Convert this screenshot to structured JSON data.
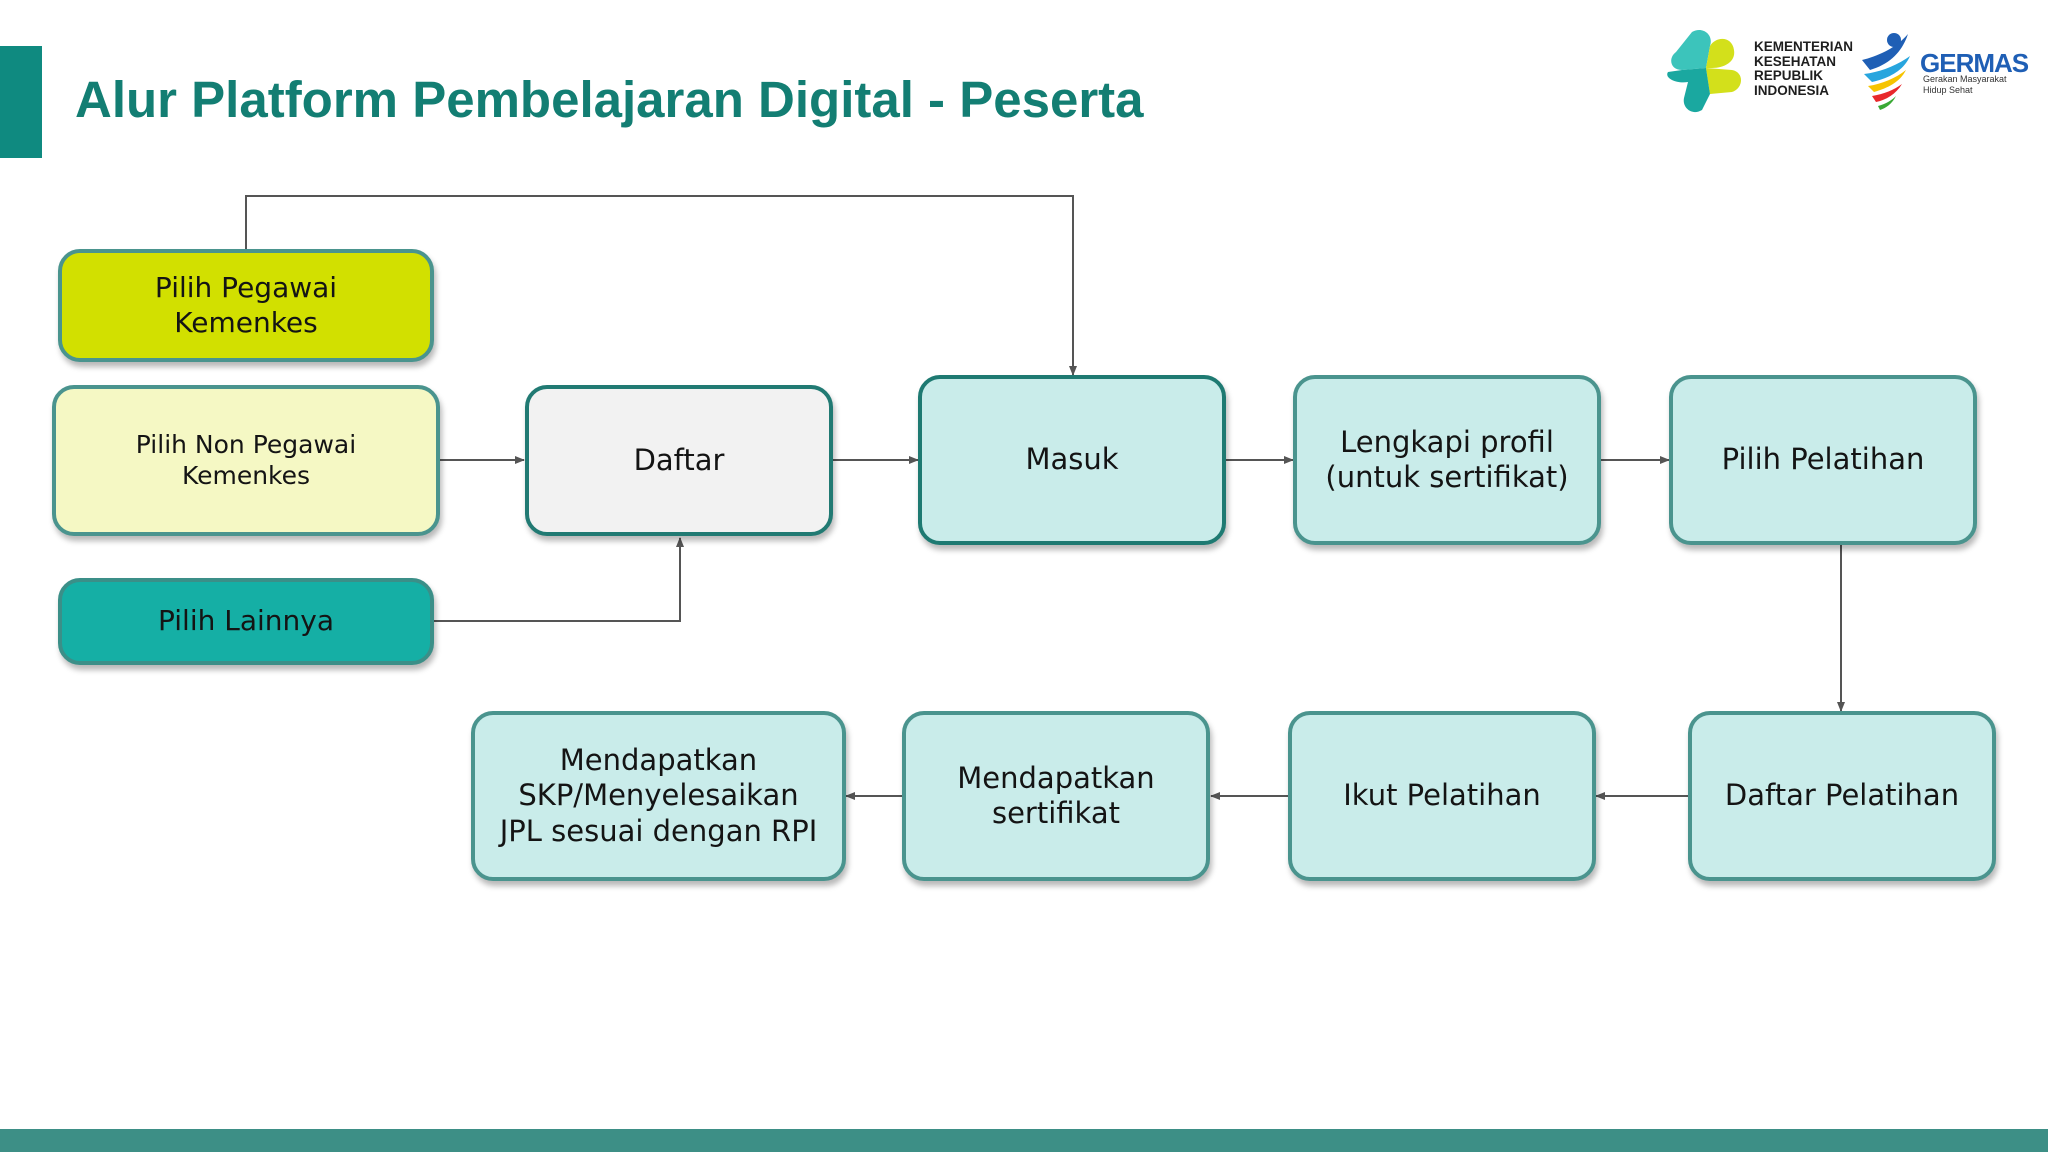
{
  "title": "Alur Platform Pembelajaran Digital - Peserta",
  "logos": {
    "kemenkes": [
      "KEMENTERIAN",
      "KESEHATAN",
      "REPUBLIK",
      "INDONESIA"
    ],
    "germas_name": "GERMAS",
    "germas_tagline": [
      "Gerakan Masyarakat",
      "Hidup Sehat"
    ]
  },
  "nodes": {
    "pilih_pegawai": "Pilih Pegawai\nKemenkes",
    "pilih_non_pegawai": "Pilih Non Pegawai\nKemenkes",
    "pilih_lainnya": "Pilih Lainnya",
    "daftar": "Daftar",
    "masuk": "Masuk",
    "lengkapi_profil": "Lengkapi profil\n(untuk sertifikat)",
    "pilih_pelatihan": "Pilih Pelatihan",
    "daftar_pelatihan": "Daftar Pelatihan",
    "ikut_pelatihan": "Ikut Pelatihan",
    "mendapatkan_sertifikat": "Mendapatkan\nsertifikat",
    "mendapatkan_skp": "Mendapatkan\nSKP/Menyelesaikan\nJPL sesuai dengan RPI"
  },
  "colors": {
    "accent": "#137e73",
    "yellow": "#d2e000",
    "pale_yellow": "#f5f8c4",
    "teal": "#15afa5",
    "light_cyan": "#c9ecea",
    "grey": "#f2f2f2"
  }
}
